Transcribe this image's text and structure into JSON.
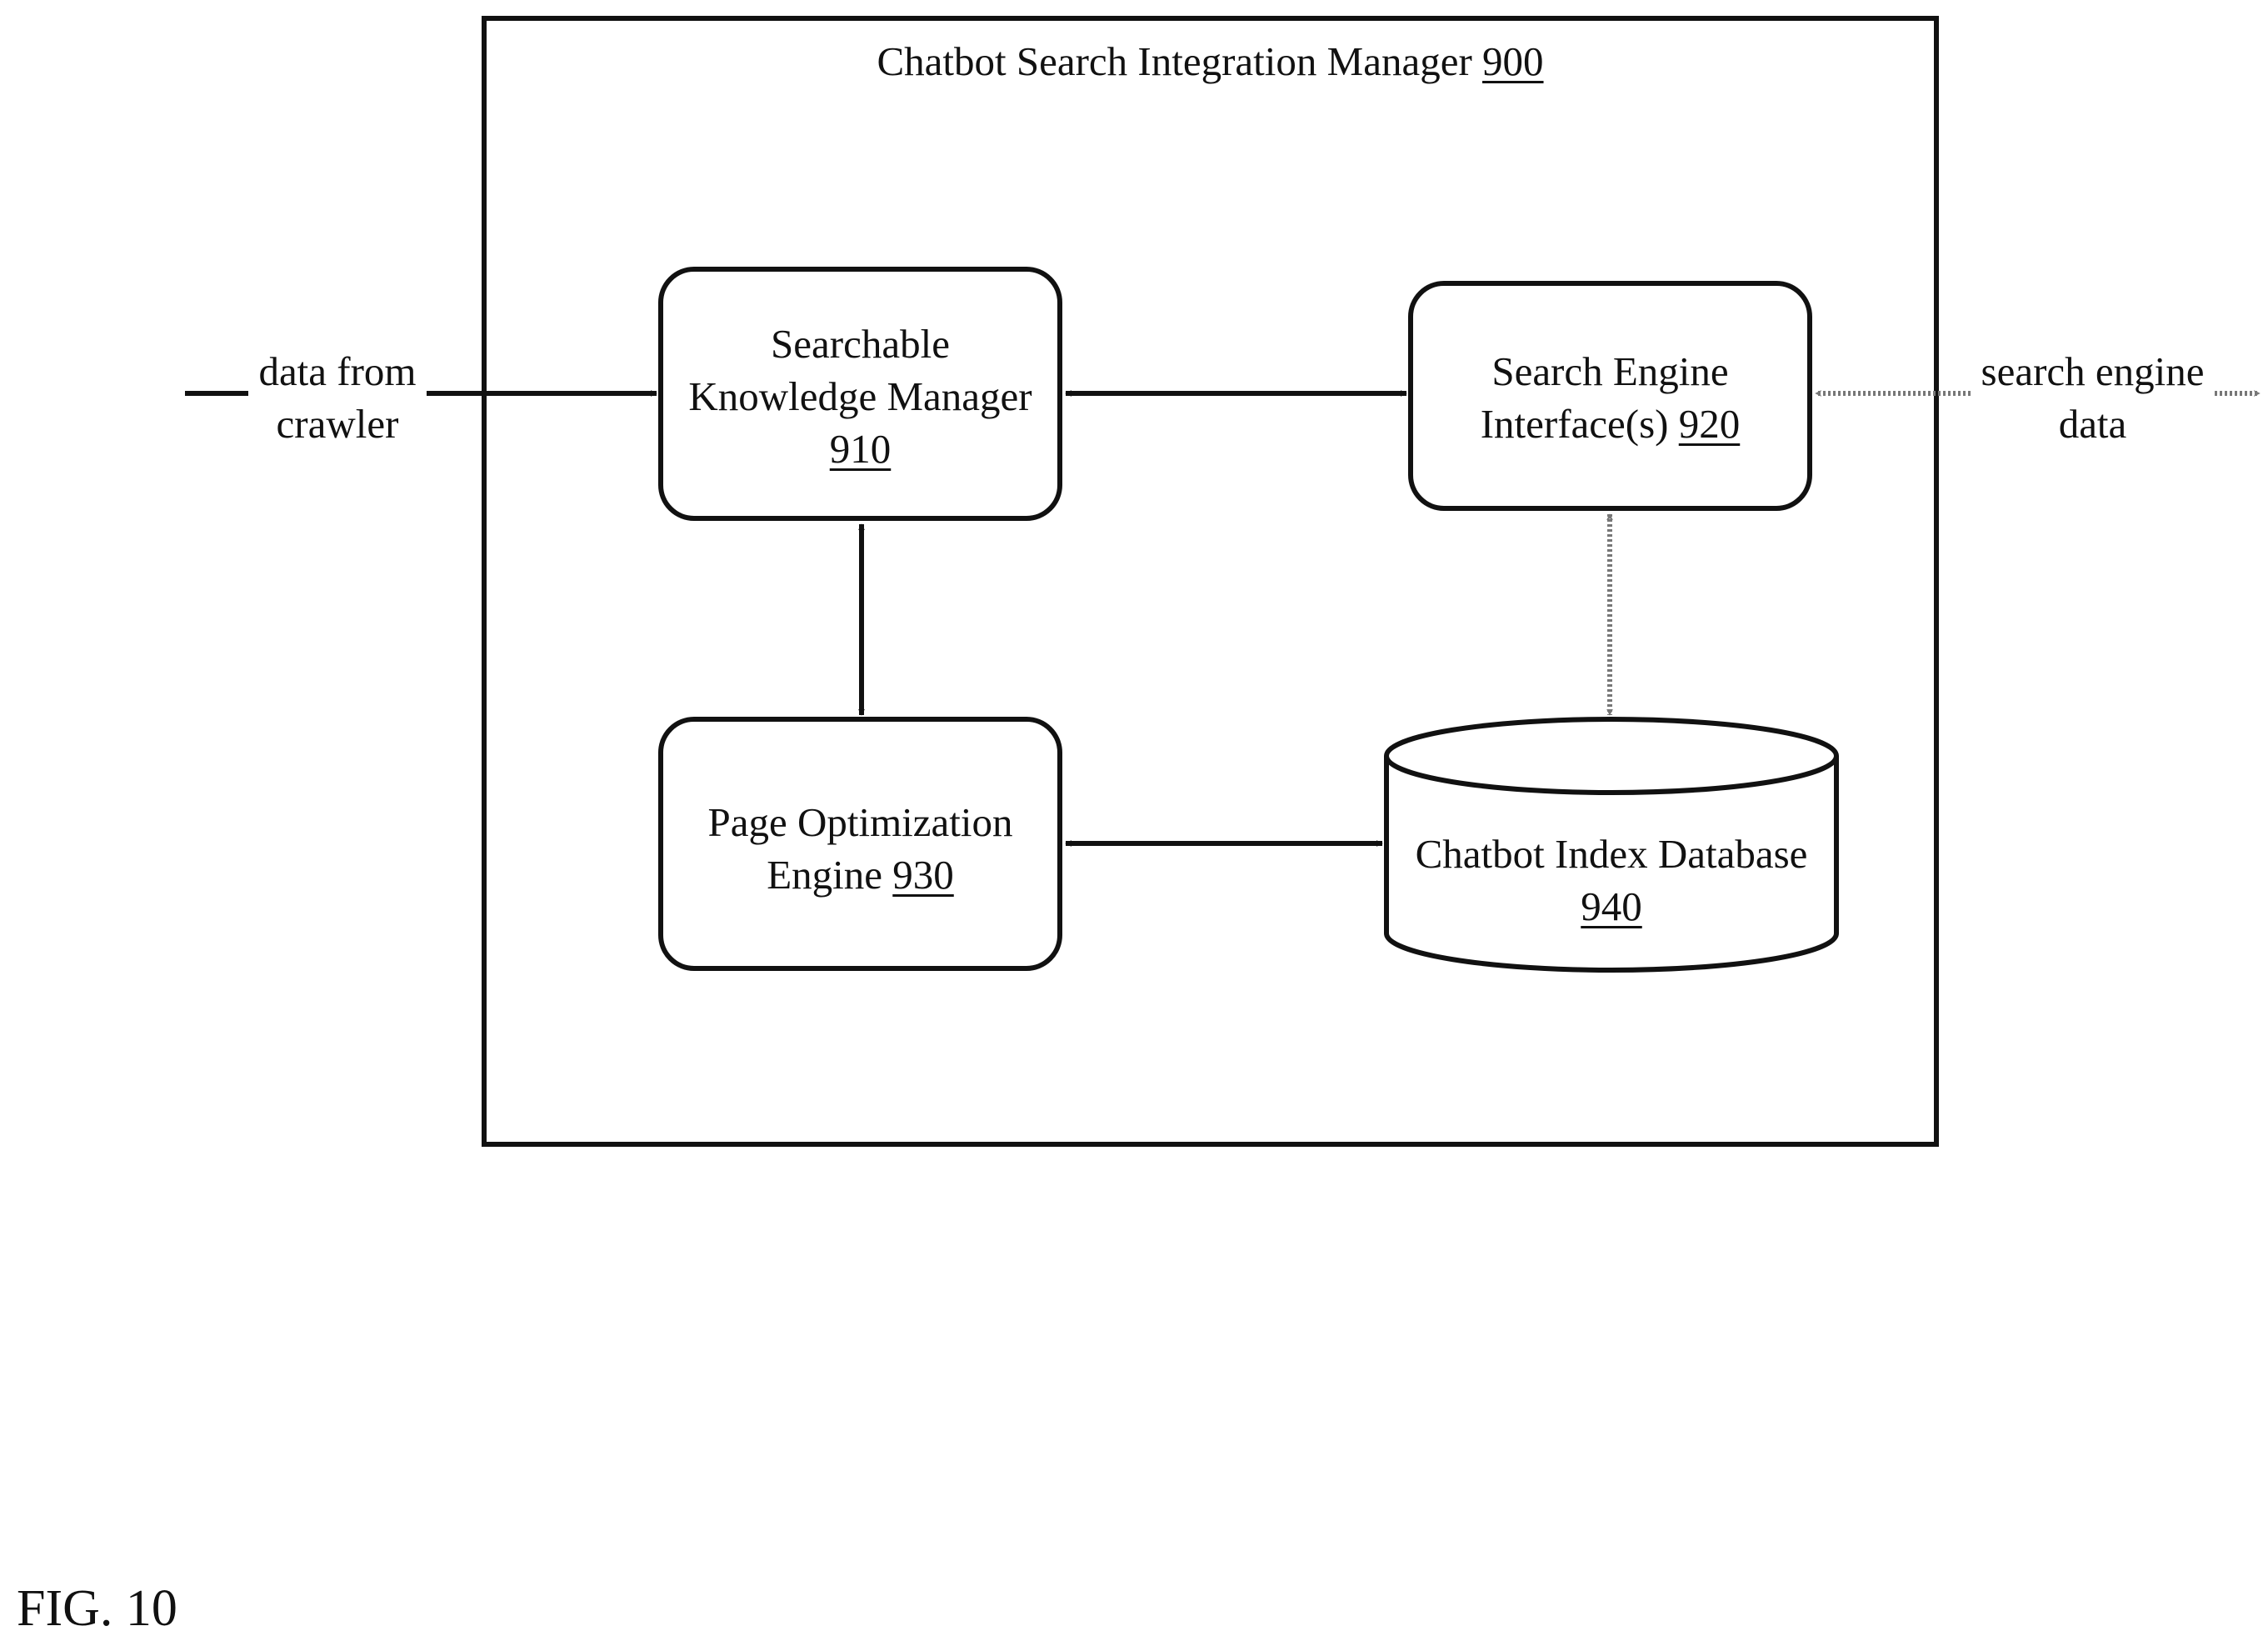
{
  "manager": {
    "title": "Chatbot Search Integration Manager",
    "ref": "900"
  },
  "nodes": {
    "skm": {
      "line1": "Searchable",
      "line2": "Knowledge Manager",
      "ref": "910"
    },
    "sei": {
      "line1": "Search Engine",
      "line2": "Interface(s)",
      "ref": "920"
    },
    "poe": {
      "line1": "Page Optimization",
      "line2": "Engine",
      "ref": "930"
    },
    "cid": {
      "line1": "Chatbot Index Database",
      "ref": "940"
    }
  },
  "external": {
    "crawler": {
      "line1": "data from",
      "line2": "crawler"
    },
    "search_engine": {
      "line1": "search engine",
      "line2": "data"
    }
  },
  "figure_label": "FIG. 10",
  "colors": {
    "line": "#111111",
    "dotted": "#777777",
    "background": "#ffffff"
  }
}
